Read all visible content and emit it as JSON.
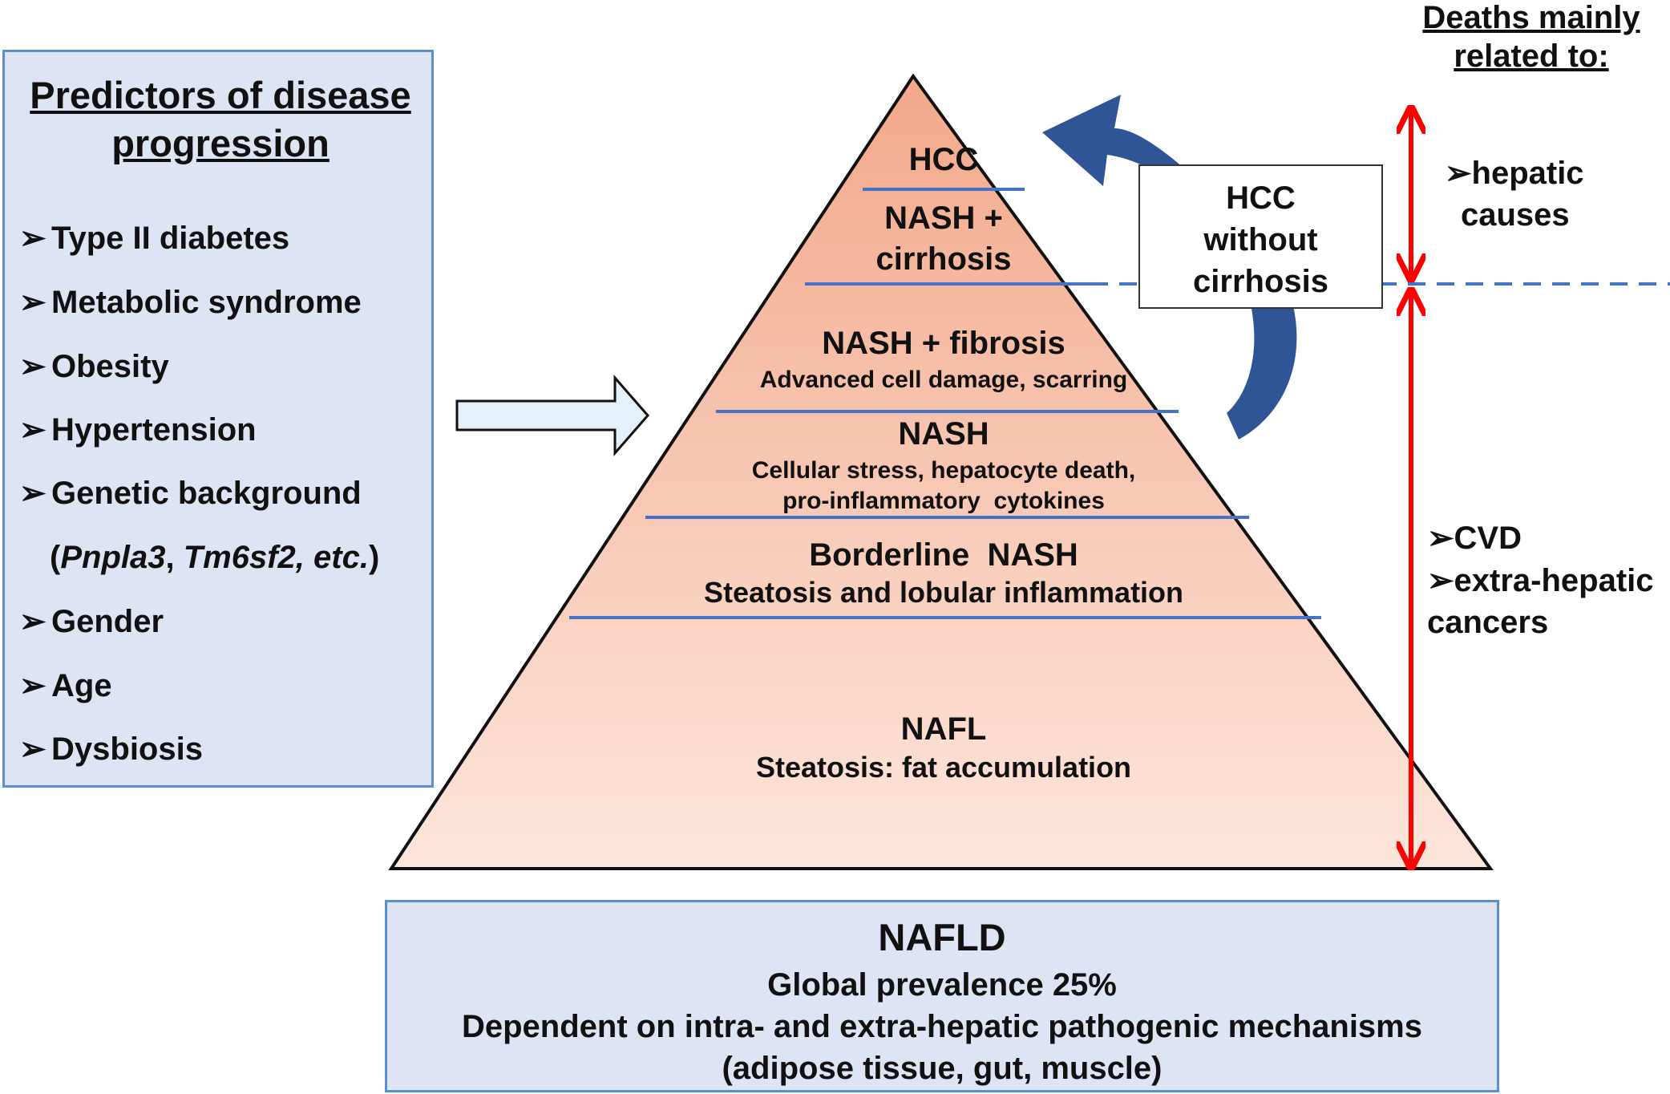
{
  "predictors": {
    "title_line1": "Predictors of disease",
    "title_line2": "progression",
    "bullet": "➢",
    "items": [
      "Type II diabetes",
      "Metabolic syndrome",
      "Obesity",
      "Hypertension",
      "Genetic background"
    ],
    "genetic_genes": {
      "open": "(",
      "gene1": "Pnpla3",
      "sep": ", ",
      "gene2": "Tm6sf2, etc.",
      "close": ")"
    },
    "items_after": [
      "Gender",
      "Age",
      "Dysbiosis"
    ]
  },
  "pyramid": {
    "levels": [
      {
        "title": "HCC",
        "subtitle": ""
      },
      {
        "title": "NASH +",
        "subtitle": "cirrhosis"
      },
      {
        "title": "NASH + fibrosis",
        "subtitle": "Advanced cell damage, scarring"
      },
      {
        "title": "NASH",
        "subtitle": "Cellular stress, hepatocyte death,",
        "subtitle2": "pro-inflammatory  cytokines"
      },
      {
        "title": "Borderline  NASH",
        "subtitle": "Steatosis and lobular inflammation"
      },
      {
        "title": "NAFL",
        "subtitle": "Steatosis: fat accumulation"
      }
    ]
  },
  "hcc_without_cirrhosis": {
    "line1": "HCC",
    "line2": "without",
    "line3": "cirrhosis"
  },
  "deaths": {
    "title_line1": "Deaths mainly",
    "title_line2": "related to:",
    "hepatic_line1": "➢hepatic",
    "hepatic_line2": "causes",
    "cvd": "➢CVD",
    "extra_line1": "➢extra-hepatic",
    "extra_line2": "cancers"
  },
  "nafld": {
    "title": "NAFLD",
    "prevalence": "Global prevalence 25%",
    "mechanisms": "Dependent on intra- and extra-hepatic pathogenic mechanisms",
    "tissues": "(adipose tissue, gut, muscle)"
  },
  "colors": {
    "pyramid_top": "#f2a88a",
    "pyramid_bottom": "#fde6dc",
    "divider_blue": "#4472c4",
    "arrow_blue": "#2f5597",
    "red_arrow": "#ff0000",
    "box_fill": "#dde5f4",
    "box_border": "#5b8fd0"
  }
}
